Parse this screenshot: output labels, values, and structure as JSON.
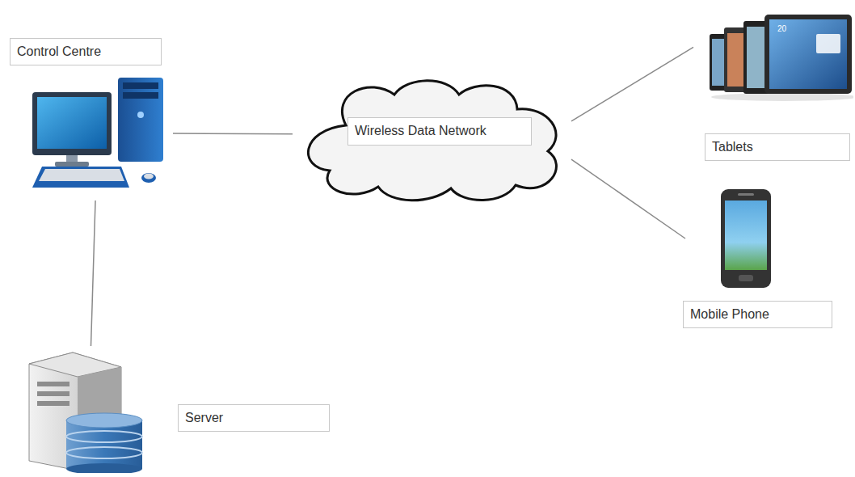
{
  "diagram": {
    "nodes": [
      {
        "text": [
          "Control Centre"
        ]
      },
      {
        "text": [
          "Wireless Data Network"
        ]
      },
      {
        "text": [
          "Tablets"
        ]
      },
      {
        "text": [
          "Mobile Phone"
        ]
      },
      {
        "text": [
          "Server"
        ]
      }
    ],
    "edges": [
      {
        "from": 0,
        "to": 1,
        "arrow": "none"
      },
      {
        "from": 1,
        "to": 2,
        "arrow": "none"
      },
      {
        "from": 1,
        "to": 3,
        "arrow": "none"
      },
      {
        "from": 0,
        "to": 4,
        "arrow": "none"
      }
    ],
    "labels": [
      "20"
    ]
  }
}
